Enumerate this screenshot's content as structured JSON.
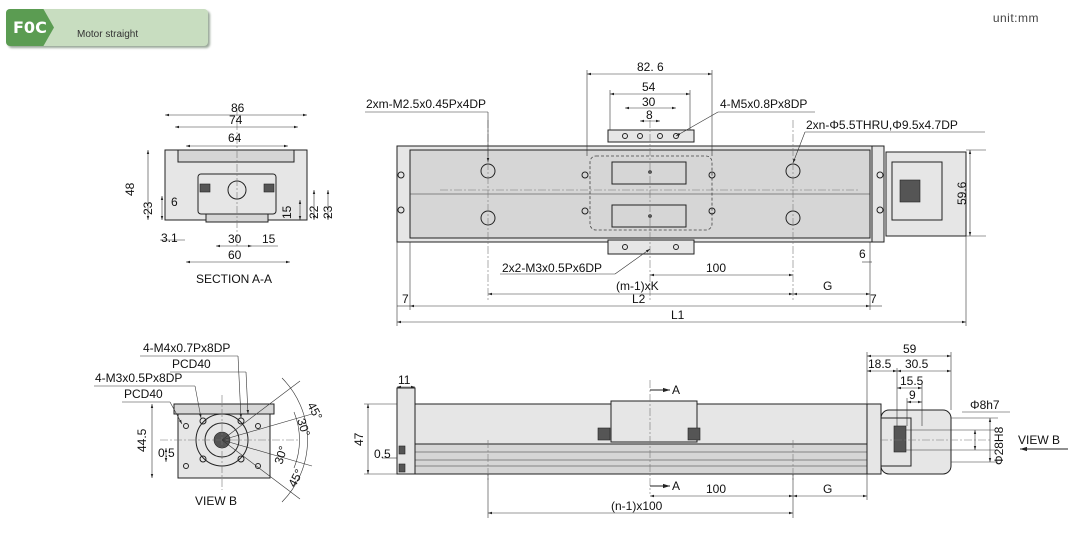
{
  "header": {
    "code": "F0C",
    "subtitle": "Motor straight"
  },
  "unit": "unit:mm",
  "views": {
    "section": {
      "caption": "SECTION A-A"
    },
    "front": {
      "caption": "VIEW B"
    },
    "side_arrow": {
      "label": "VIEW B"
    },
    "section_marker": "A"
  },
  "labels": [
    {
      "id": "d-86",
      "text": "86"
    },
    {
      "id": "d-74",
      "text": "74"
    },
    {
      "id": "d-64",
      "text": "64"
    },
    {
      "id": "d-48",
      "text": "48"
    },
    {
      "id": "d-23a",
      "text": "23"
    },
    {
      "id": "d-6a",
      "text": "6"
    },
    {
      "id": "d-15a",
      "text": "15"
    },
    {
      "id": "d-22",
      "text": "22"
    },
    {
      "id": "d-23b",
      "text": "23"
    },
    {
      "id": "d-3-1",
      "text": "3.1"
    },
    {
      "id": "d-30a",
      "text": "30"
    },
    {
      "id": "d-15b",
      "text": "15"
    },
    {
      "id": "d-60",
      "text": "60"
    },
    {
      "id": "t-m25",
      "text": "2xm-M2.5x0.45Px4DP"
    },
    {
      "id": "t-m5",
      "text": "4-M5x0.8Px8DP"
    },
    {
      "id": "t-thru",
      "text": "2xn-Φ5.5THRU,Φ9.5x4.7DP"
    },
    {
      "id": "d-82-6",
      "text": "82. 6"
    },
    {
      "id": "d-54",
      "text": "54"
    },
    {
      "id": "d-30b",
      "text": "30"
    },
    {
      "id": "d-8",
      "text": "8"
    },
    {
      "id": "d-59-6",
      "text": "59.6"
    },
    {
      "id": "d-6b",
      "text": "6"
    },
    {
      "id": "t-m3a",
      "text": "2x2-M3x0.5Px6DP"
    },
    {
      "id": "d-100a",
      "text": "100"
    },
    {
      "id": "d-mk",
      "text": "(m-1)xK"
    },
    {
      "id": "d-Ga",
      "text": "G"
    },
    {
      "id": "d-7a",
      "text": "7"
    },
    {
      "id": "d-L2",
      "text": "L2"
    },
    {
      "id": "d-7b",
      "text": "7"
    },
    {
      "id": "d-L1",
      "text": "L1"
    },
    {
      "id": "t-m4",
      "text": "4-M4x0.7Px8DP"
    },
    {
      "id": "t-pcd1",
      "text": "PCD40"
    },
    {
      "id": "t-m3b",
      "text": "4-M3x0.5Px8DP"
    },
    {
      "id": "t-pcd2",
      "text": "PCD40"
    },
    {
      "id": "d-44-5",
      "text": "44.5"
    },
    {
      "id": "d-0-5a",
      "text": "0.5"
    },
    {
      "id": "d-45a",
      "text": "45°"
    },
    {
      "id": "d-30c",
      "text": "30°"
    },
    {
      "id": "d-30d",
      "text": "30°"
    },
    {
      "id": "d-45b",
      "text": "45°"
    },
    {
      "id": "d-11",
      "text": "11"
    },
    {
      "id": "d-47",
      "text": "47"
    },
    {
      "id": "d-0-5b",
      "text": "0.5"
    },
    {
      "id": "d-100b",
      "text": "100"
    },
    {
      "id": "d-Gb",
      "text": "G"
    },
    {
      "id": "d-n100",
      "text": "(n-1)x100"
    },
    {
      "id": "d-59",
      "text": "59"
    },
    {
      "id": "d-18-5",
      "text": "18.5"
    },
    {
      "id": "d-30-5",
      "text": "30.5"
    },
    {
      "id": "d-15-5",
      "text": "15.5"
    },
    {
      "id": "d-9",
      "text": "9"
    },
    {
      "id": "d-phi8",
      "text": "Φ8h7"
    },
    {
      "id": "d-phi28",
      "text": "Φ28H8"
    }
  ]
}
